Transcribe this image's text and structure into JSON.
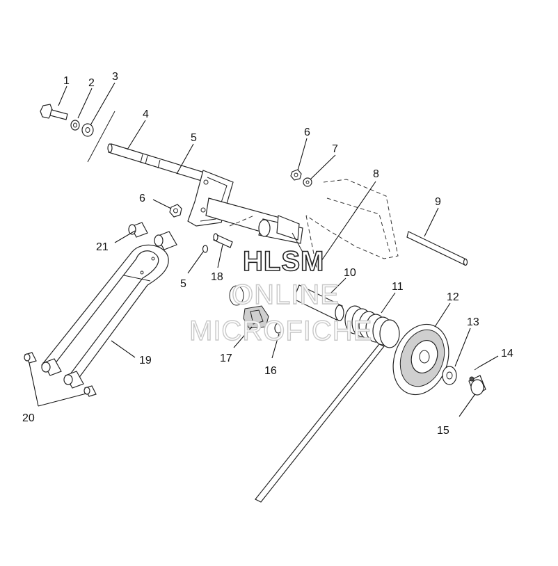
{
  "callouts": [
    "1",
    "2",
    "3",
    "4",
    "5",
    "6",
    "6",
    "7",
    "8",
    "9",
    "10",
    "11",
    "12",
    "13",
    "14",
    "15",
    "16",
    "17",
    "18",
    "5",
    "19",
    "20",
    "21"
  ],
  "watermark": {
    "line1": "HLSM",
    "line2": "ONLINE",
    "line3": "MICROFICHE"
  }
}
